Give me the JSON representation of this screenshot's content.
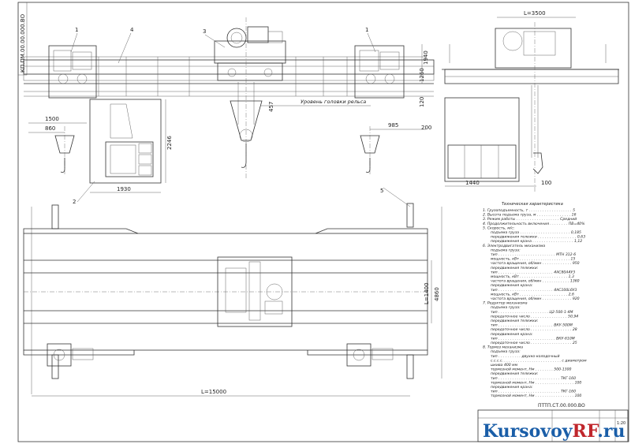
{
  "drawing": {
    "code_rotated": "КП.ПМ.00.00.000.ВО",
    "code_bottom": "ПТТП.СТ.00.000.ВО",
    "sheet_no": "1:20"
  },
  "dims": {
    "span_top": "L=3500",
    "span_long": "L=15000",
    "track": "L=1400",
    "d1940": "1940",
    "d1260": "1260",
    "d120": "120",
    "d457": "457",
    "d2246": "2246",
    "d1500": "1500",
    "d860": "860",
    "d985": "985",
    "d200": "200",
    "d1930": "1930",
    "d1440": "1440",
    "d100": "100",
    "d4860": "4860"
  },
  "labels": {
    "rail_head": "Уровень головки рельса",
    "leaders": [
      "1",
      "1",
      "2",
      "3",
      "4",
      "5"
    ]
  },
  "spec": {
    "title": "Техническая характеристика",
    "lines": [
      "1. Грузоподъемность, т . . . . . . . . . . . . . . . . . . . 5",
      "2. Высота подъема груза, м . . . . . . . . . . . . . . . 16",
      "3. Режим работы . . . . . . . . . . . . . . . . . . . Средний",
      "4. Продолжительность включения . . . . . . . . ПВ=40%",
      "5. Скорость, м/с:",
      "подъема груза . . . . . . . . . . . . . . . . . . . . . . 0,185",
      "передвижения тележки . . . . . . . . . . . . . . . . . 0,63",
      "передвижения крана . . . . . . . . . . . . . . . . . . 1,12",
      "6. Электродвигатель механизма",
      "подъема груза:",
      "тип . . . . . . . . . . . . . . . . . . . . . . . . . МТН 312-6",
      "мощность, кВт . . . . . . . . . . . . . . . . . . . . . . 15",
      "частота вращения, об/мин . . . . . . . . . . . . . 950",
      "передвижения тележки:",
      "тип . . . . . . . . . . . . . . . . . . . . . . . . 4АС80А4У3",
      "мощность, кВт . . . . . . . . . . . . . . . . . . . . . 1,3",
      "частота вращения, об/мин . . . . . . . . . . . . 1360",
      "передвижения крана:",
      "тип . . . . . . . . . . . . . . . . . . . . . . . . 4АС100L6У3",
      "мощность, кВт . . . . . . . . . . . . . . . . . . . . . 2,6",
      "частота вращения, об/мин . . . . . . . . . . . . . 920",
      "7. Редуктор механизма",
      "подъема груза:",
      "тип . . . . . . . . . . . . . . . . . . . . . . Ц2-500-1-4М",
      "передаточное число . . . . . . . . . . . . . . . . 50,94",
      "передвижения тележки:",
      "тип . . . . . . . . . . . . . . . . . . . . . . . . ВКУ-500М",
      "передаточное число . . . . . . . . . . . . . . . . . . 28",
      "передвижения крана:",
      "тип . . . . . . . . . . . . . . . . . . . . . . . . . ВКУ-610М",
      "передаточное число . . . . . . . . . . . . . . . . . . 25",
      "8. Тормоз механизма",
      "подъема груза:",
      "тип . . . . . . . . . . двухко-колодочный",
      "с.с.с.с. . . . . . . . . . . . . . . . . . . . . . . . . . с диаметром",
      "шкива 400 мм",
      "тормозной момент, Нм . . . . . . . . 500-1300",
      "передвижения тележки:",
      "тип . . . . . . . . . . . . . . . . . . . . . . . . . . . ТКГ-160",
      "тормозной момент, Нм . . . . . . . . . . . . . . . . . 100",
      "передвижения крана:",
      "тип . . . . . . . . . . . . . . . . . . . . . . . . . . . ТКГ-160",
      "тормозной момент, Нм . . . . . . . . . . . . . . . . . 100"
    ]
  },
  "watermark": {
    "a": "Kursovoy",
    "b": "RF",
    "c": ".ru"
  }
}
